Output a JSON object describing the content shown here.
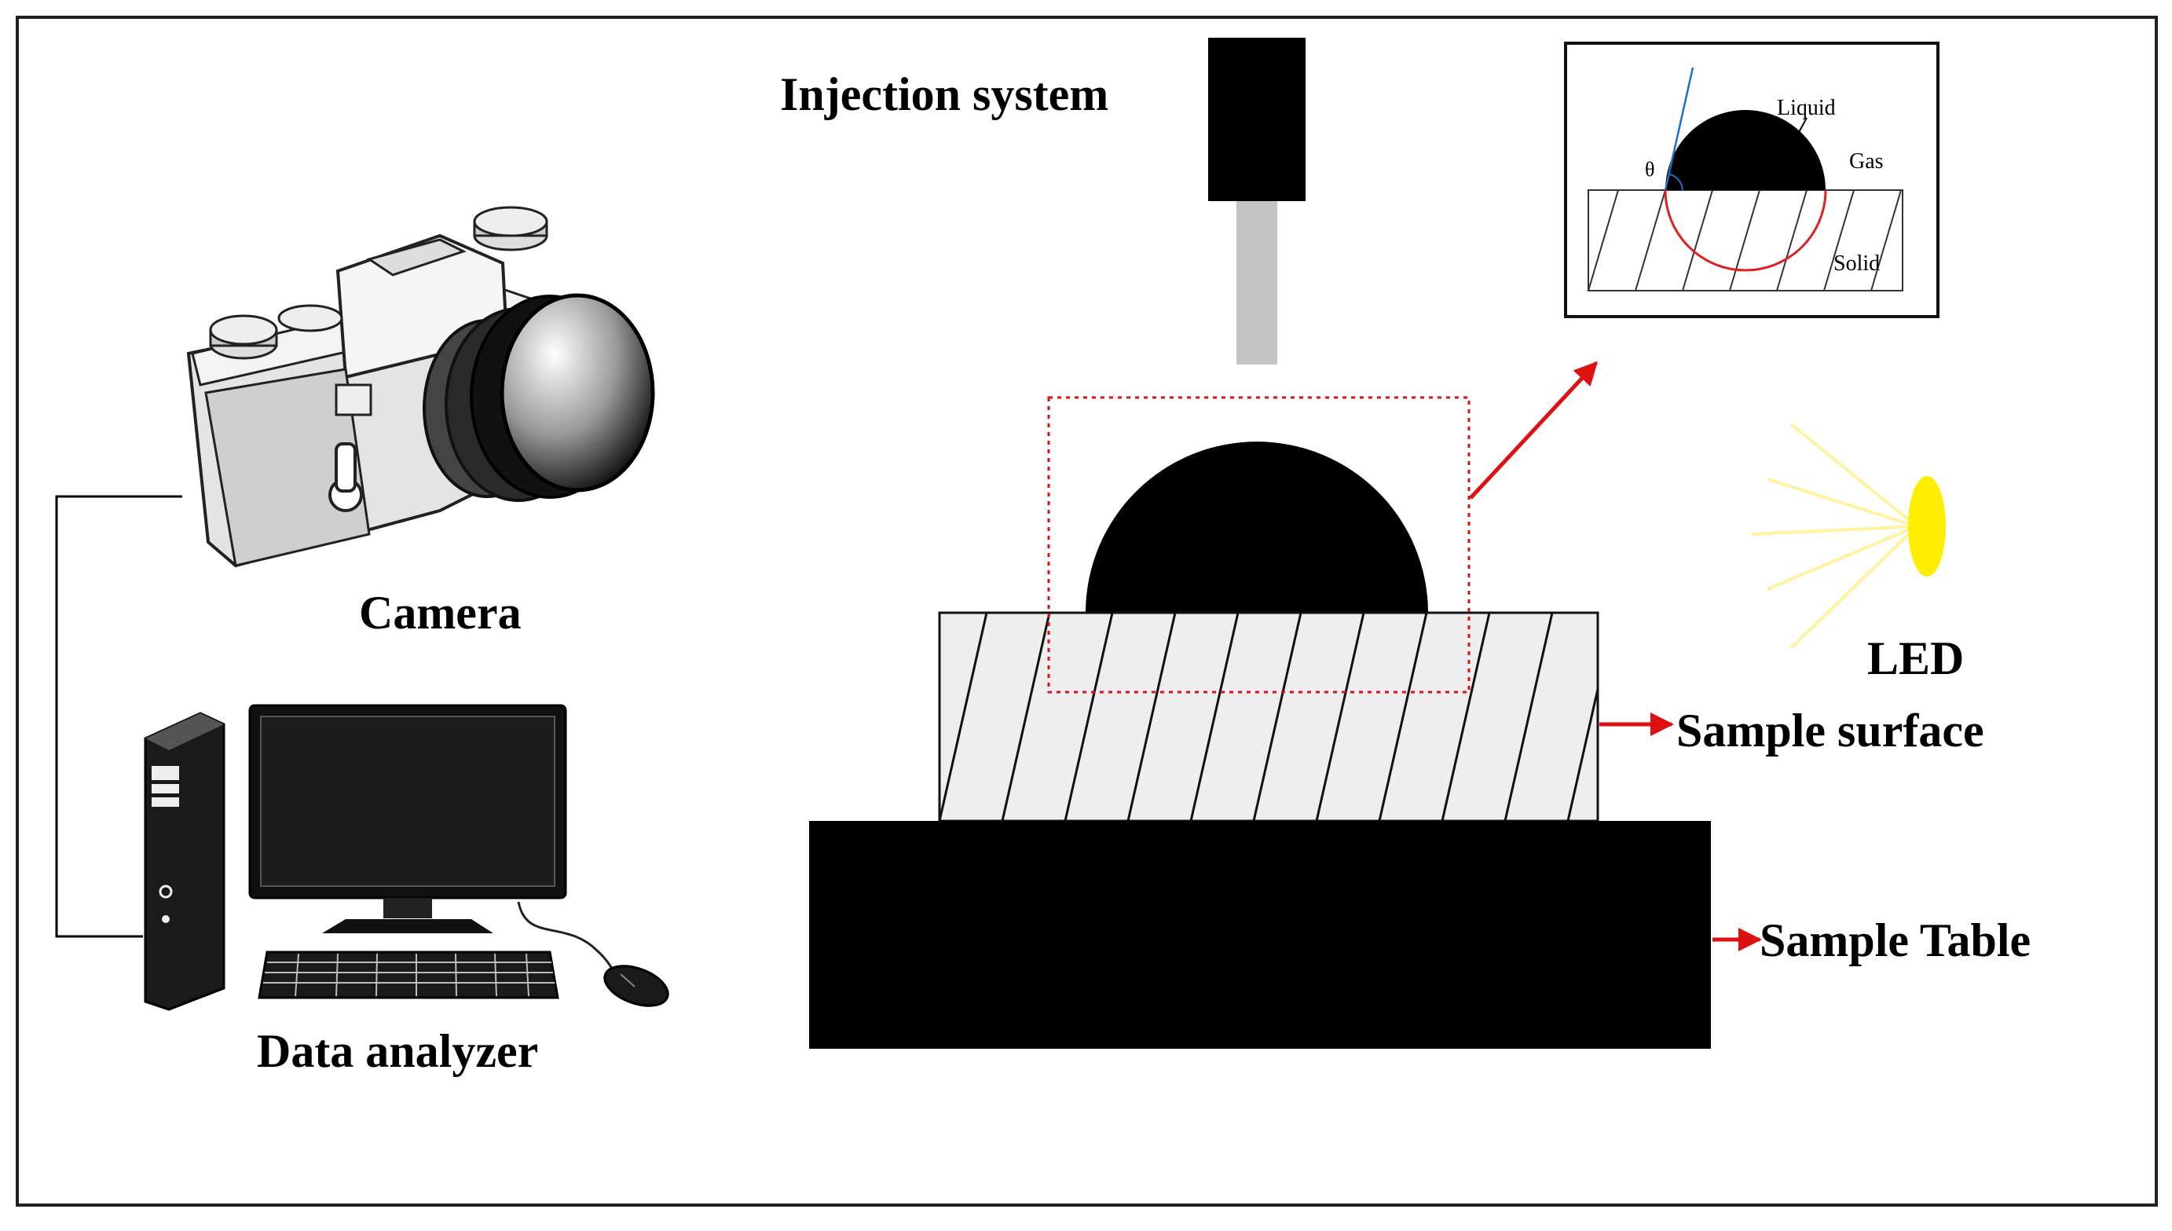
{
  "labels": {
    "injection": "Injection system",
    "camera": "Camera",
    "data_analyzer": "Data analyzer",
    "led": "LED",
    "sample_surface": "Sample surface",
    "sample_table": "Sample Table"
  },
  "inset": {
    "liquid": "Liquid",
    "gas": "Gas",
    "solid": "Solid",
    "angle": "θ"
  },
  "colors": {
    "arrow": "#dd1111",
    "led": "#ffee00",
    "led_rays": "#fff3a0",
    "contact_circle": "#e02020",
    "tangent": "#1a6fd0",
    "surface_fill": "#eeeeee",
    "needle": "#c4c4c4"
  }
}
